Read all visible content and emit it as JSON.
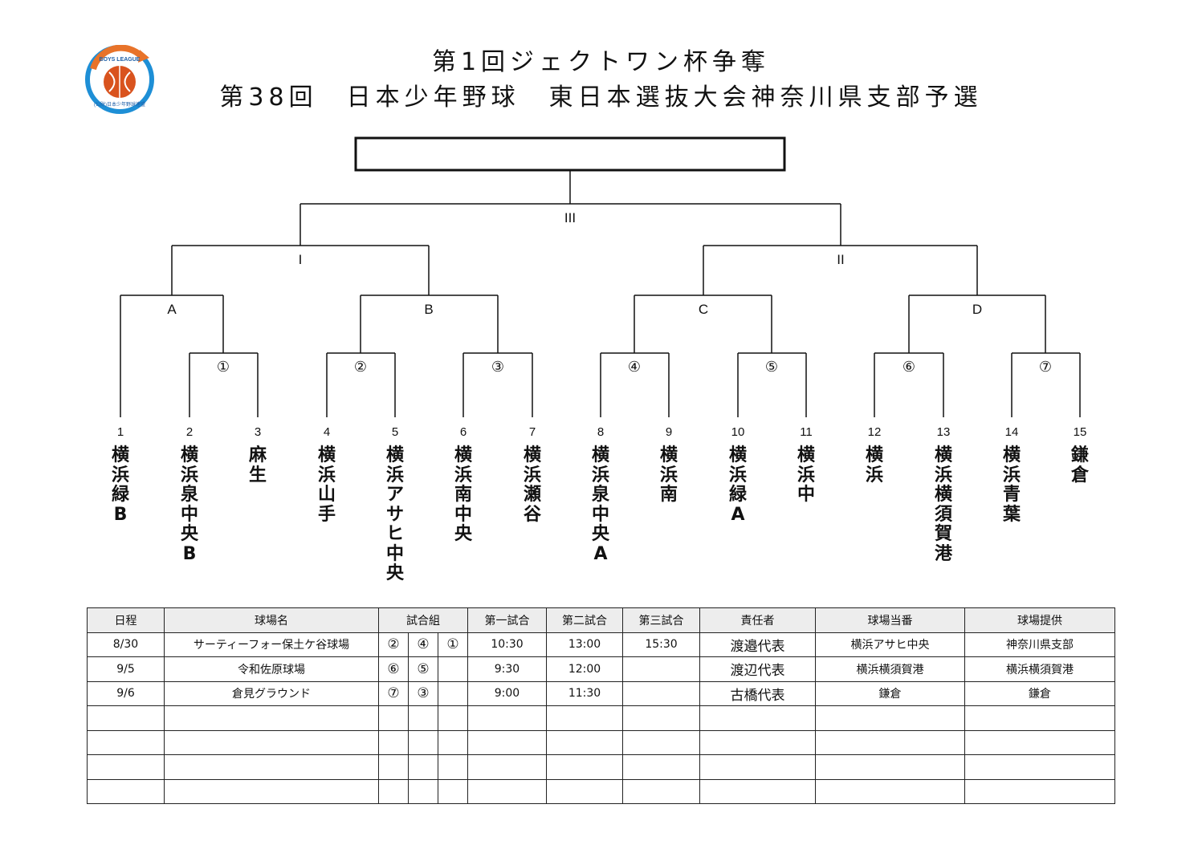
{
  "header": {
    "title_line1": "第1回ジェクトワン杯争奪",
    "title_line2": "第38回　日本少年野球　東日本選抜大会神奈川県支部予選",
    "logo": {
      "top_text": "BOYS LEAGUE",
      "bottom_text": "(公財)日本少年野球連盟",
      "colors": {
        "ring": "#1e8fd6",
        "arrow": "#e8732a",
        "ball": "#d9531e"
      }
    }
  },
  "bracket": {
    "round_labels": {
      "final": "III",
      "semi_left": "I",
      "semi_right": "II",
      "A": "A",
      "B": "B",
      "C": "C",
      "D": "D"
    },
    "game_labels": [
      "①",
      "②",
      "③",
      "④",
      "⑤",
      "⑥",
      "⑦"
    ],
    "teams": [
      {
        "no": "1",
        "name": "横浜緑B"
      },
      {
        "no": "2",
        "name": "横浜泉中央B"
      },
      {
        "no": "3",
        "name": "麻生"
      },
      {
        "no": "4",
        "name": "横浜山手"
      },
      {
        "no": "5",
        "name": "横浜アサヒ中央"
      },
      {
        "no": "6",
        "name": "横浜南中央"
      },
      {
        "no": "7",
        "name": "横浜瀬谷"
      },
      {
        "no": "8",
        "name": "横浜泉中央A"
      },
      {
        "no": "9",
        "name": "横浜南"
      },
      {
        "no": "10",
        "name": "横浜緑A"
      },
      {
        "no": "11",
        "name": "横浜中"
      },
      {
        "no": "12",
        "name": "横浜"
      },
      {
        "no": "13",
        "name": "横浜横須賀港"
      },
      {
        "no": "14",
        "name": "横浜青葉"
      },
      {
        "no": "15",
        "name": "鎌倉"
      }
    ]
  },
  "schedule": {
    "headers": [
      "日程",
      "球場名",
      "試合組",
      "第一試合",
      "第二試合",
      "第三試合",
      "責任者",
      "球場当番",
      "球場提供"
    ],
    "rows": [
      {
        "date": "8/30",
        "venue": "サーティーフォー保土ケ谷球場",
        "m1": "②",
        "m2": "④",
        "m3": "①",
        "g1": "10:30",
        "g2": "13:00",
        "g3": "15:30",
        "manager": "渡邉代表",
        "duty": "横浜アサヒ中央",
        "provider": "神奈川県支部"
      },
      {
        "date": "9/5",
        "venue": "令和佐原球場",
        "m1": "⑥",
        "m2": "⑤",
        "m3": "",
        "g1": "9:30",
        "g2": "12:00",
        "g3": "",
        "manager": "渡辺代表",
        "duty": "横浜横須賀港",
        "provider": "横浜横須賀港"
      },
      {
        "date": "9/6",
        "venue": "倉見グラウンド",
        "m1": "⑦",
        "m2": "③",
        "m3": "",
        "g1": "9:00",
        "g2": "11:30",
        "g3": "",
        "manager": "古橋代表",
        "duty": "鎌倉",
        "provider": "鎌倉"
      }
    ],
    "empty_rows": 4
  }
}
